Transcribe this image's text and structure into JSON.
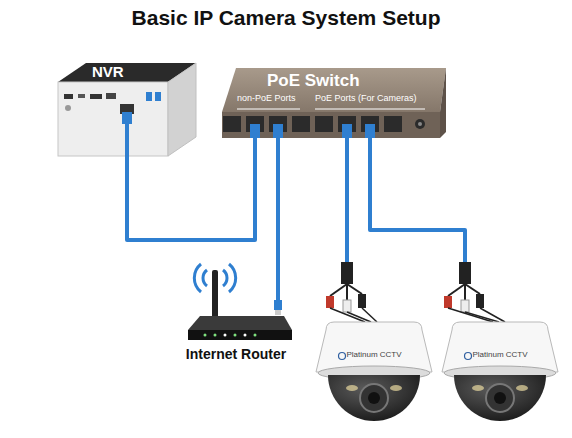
{
  "diagram": {
    "title": "Basic IP Camera System Setup",
    "nodes": [
      {
        "text": [
          "NVR"
        ]
      },
      {
        "text": [
          "PoE Switch",
          "non-PoE Ports",
          "PoE Ports (For Cameras)"
        ]
      },
      {
        "text": [
          "Internet Router"
        ]
      },
      {
        "text": [
          "Platinum CCTV"
        ]
      },
      {
        "text": [
          "Platinum CCTV"
        ]
      }
    ],
    "edges": [
      {
        "from": 0,
        "to": 1,
        "arrow": "none"
      },
      {
        "from": 2,
        "to": 1,
        "arrow": "none"
      },
      {
        "from": 1,
        "to": 3,
        "arrow": "none"
      },
      {
        "from": 1,
        "to": 4,
        "arrow": "none"
      }
    ]
  }
}
